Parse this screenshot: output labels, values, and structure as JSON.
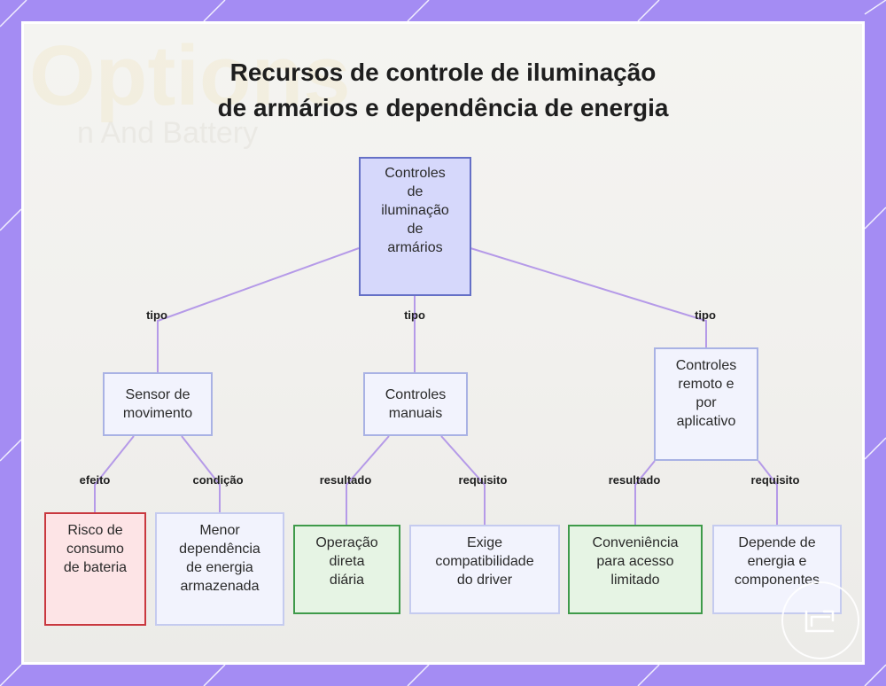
{
  "title": {
    "line1": "Recursos de controle de iluminação",
    "line2": "de armários e dependência de energia"
  },
  "background_text": {
    "big": "Options",
    "sub": "n And Battery"
  },
  "colors": {
    "frame": "#a48cf3",
    "edge": "#b59ae8",
    "root_fill": "#d6d8fb",
    "root_border": "#6570c6",
    "risk_border": "#c9383f",
    "risk_fill": "#fde4e6",
    "good_border": "#3f9a4a",
    "good_fill": "#e6f4e4"
  },
  "nodes": {
    "root": {
      "lines": [
        "Controles",
        "de",
        "iluminação",
        "de",
        "armários"
      ]
    },
    "sensor": {
      "lines": [
        "Sensor de",
        "movimento"
      ]
    },
    "manual": {
      "lines": [
        "Controles",
        "manuais"
      ]
    },
    "remote": {
      "lines": [
        "Controles",
        "remoto e",
        "por",
        "aplicativo"
      ]
    },
    "risco": {
      "lines": [
        "Risco de",
        "consumo",
        "de bateria"
      ]
    },
    "menor": {
      "lines": [
        "Menor",
        "dependência",
        "de energia",
        "armazenada"
      ]
    },
    "operacao": {
      "lines": [
        "Operação",
        "direta",
        "diária"
      ]
    },
    "exige": {
      "lines": [
        "Exige",
        "compatibilidade",
        "do driver"
      ]
    },
    "conveniencia": {
      "lines": [
        "Conveniência",
        "para acesso",
        "limitado"
      ]
    },
    "depende": {
      "lines": [
        "Depende de",
        "energia e",
        "componentes"
      ]
    }
  },
  "edge_labels": {
    "tipo_left": "tipo",
    "tipo_mid": "tipo",
    "tipo_right": "tipo",
    "efeito": "efeito",
    "condicao": "condição",
    "resultado_manual": "resultado",
    "requisito_manual": "requisito",
    "resultado_remote": "resultado",
    "requisito_remote": "requisito"
  },
  "logo": {
    "icon": "brand-logo-icon"
  }
}
